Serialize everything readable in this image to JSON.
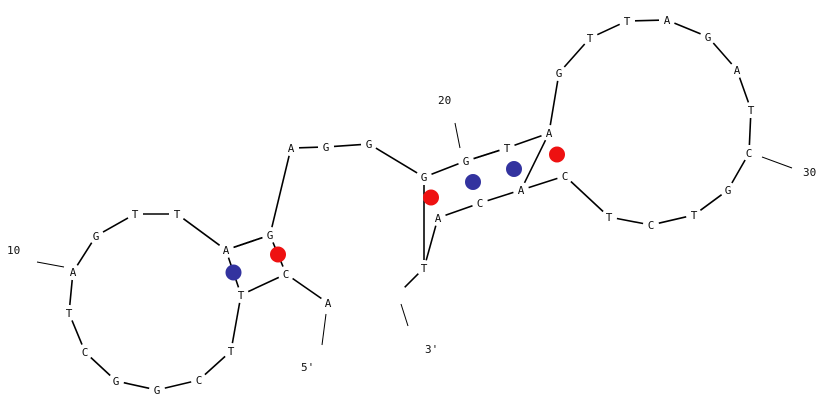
{
  "structure": {
    "five_prime_label": "5'",
    "three_prime_label": "3'",
    "position_labels": [
      "10",
      "20",
      "30"
    ],
    "nucleotides": [
      "A",
      "C",
      "G",
      "A",
      "T",
      "T",
      "G",
      "A",
      "T",
      "C",
      "G",
      "G",
      "C",
      "T",
      "T",
      "A",
      "G",
      "G",
      "G",
      "G",
      "T",
      "A",
      "G",
      "T",
      "T",
      "A",
      "G",
      "A",
      "T",
      "C",
      "G",
      "T",
      "C",
      "T",
      "C",
      "A",
      "C",
      "A",
      "T"
    ],
    "base_pair_colors": {
      "GC": "#ee1111",
      "AT": "#33339f"
    }
  }
}
